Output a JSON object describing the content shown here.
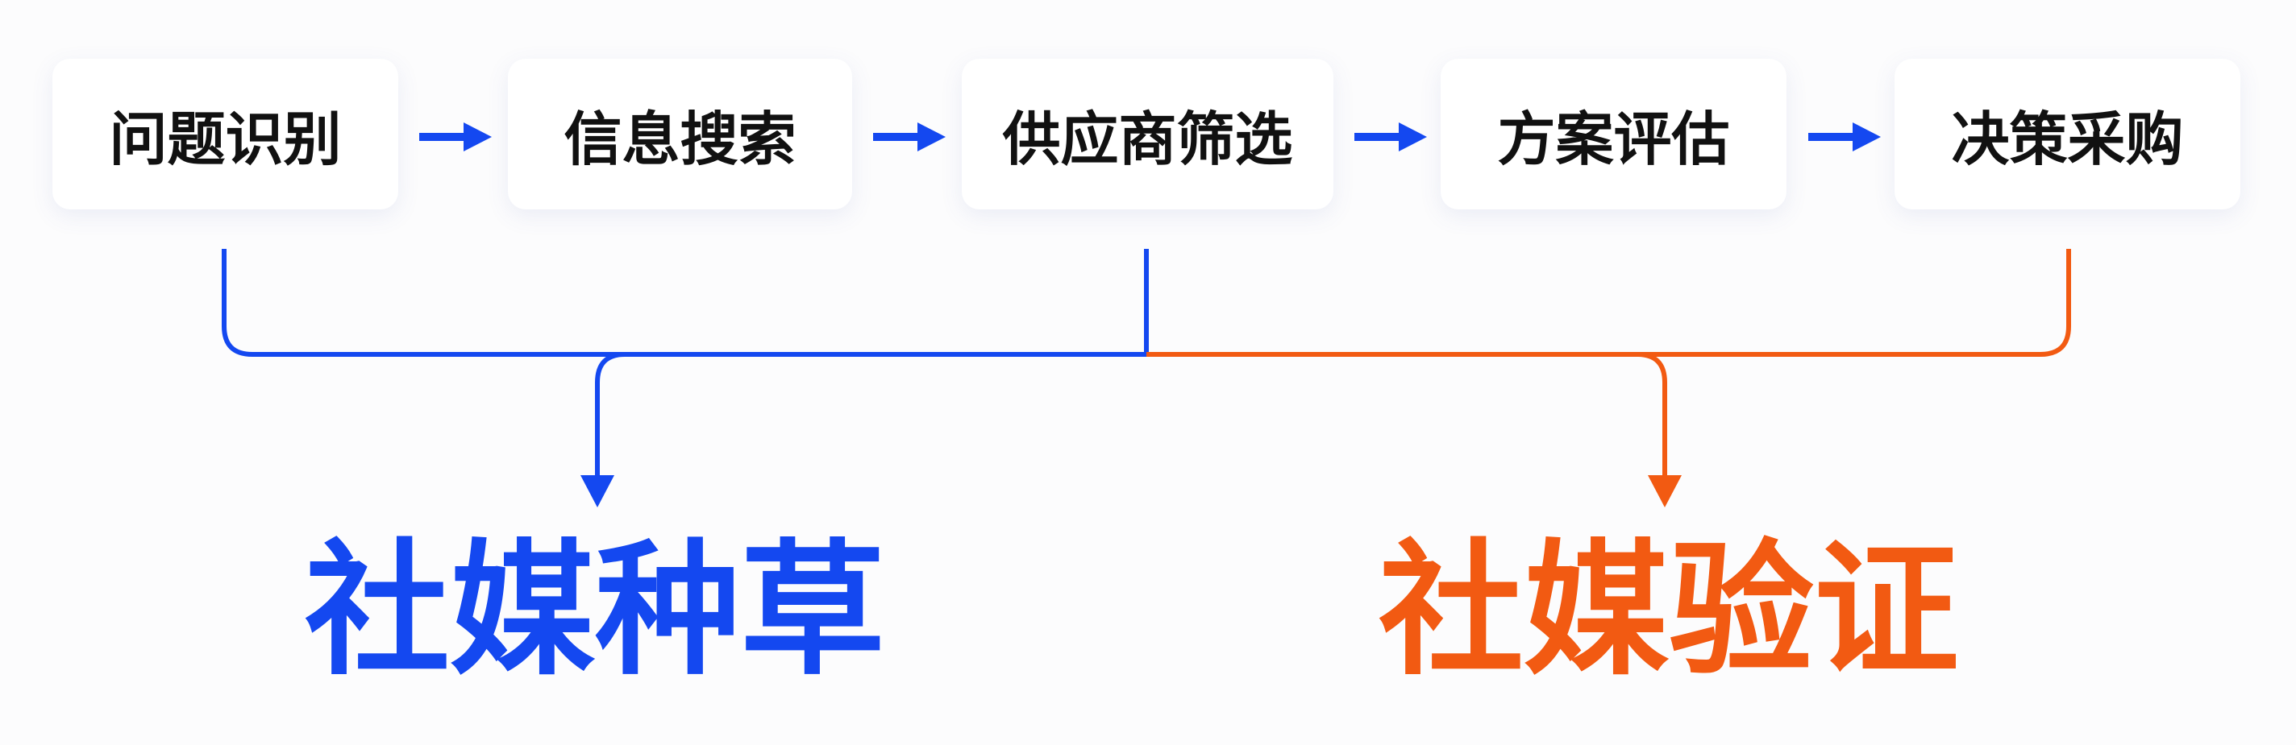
{
  "steps": [
    "问题识别",
    "信息搜索",
    "供应商筛选",
    "方案评估",
    "决策采购"
  ],
  "groups": {
    "seeding": {
      "label": "社媒种草",
      "color": "#1448f0"
    },
    "validation": {
      "label": "社媒验证",
      "color": "#f25a12"
    }
  }
}
